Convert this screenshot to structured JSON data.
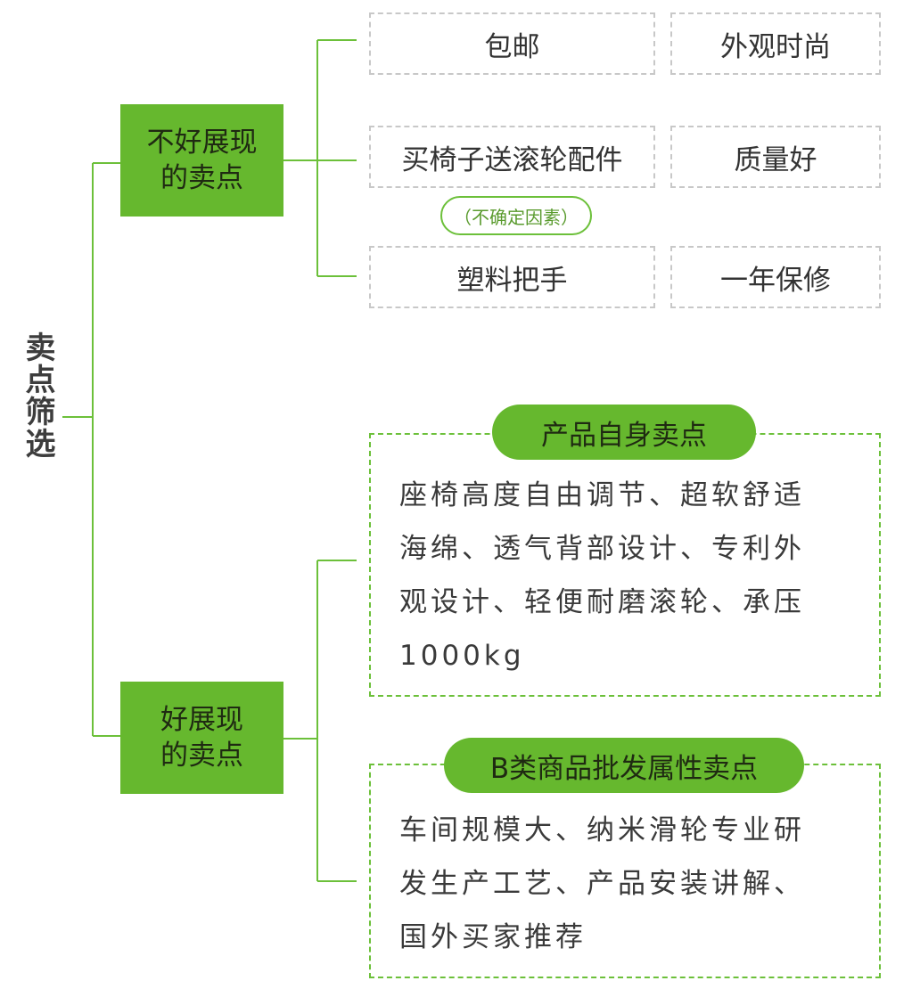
{
  "root": {
    "label": "卖点筛选"
  },
  "bad_category": {
    "label": "不好展现\n的卖点",
    "items": [
      "包邮",
      "外观时尚",
      "买椅子送滚轮配件",
      "质量好",
      "塑料把手",
      "一年保修"
    ],
    "note": "（不确定因素）"
  },
  "good_category": {
    "label": "好展现\n的卖点",
    "panels": [
      {
        "title": "产品自身卖点",
        "lines": [
          "座椅高度自由调节、超软舒适",
          "海绵、透气背部设计、专利外",
          "观设计、轻便耐磨滚轮、承压",
          "1000kg"
        ]
      },
      {
        "title": "B类商品批发属性卖点",
        "lines": [
          "车间规模大、纳米滑轮专业研",
          "发生产工艺、产品安装讲解、",
          "国外买家推荐"
        ]
      }
    ]
  },
  "colors": {
    "accent": "#66b82e",
    "line": "#6cc03a",
    "dash_gray": "#c8c8c8"
  }
}
